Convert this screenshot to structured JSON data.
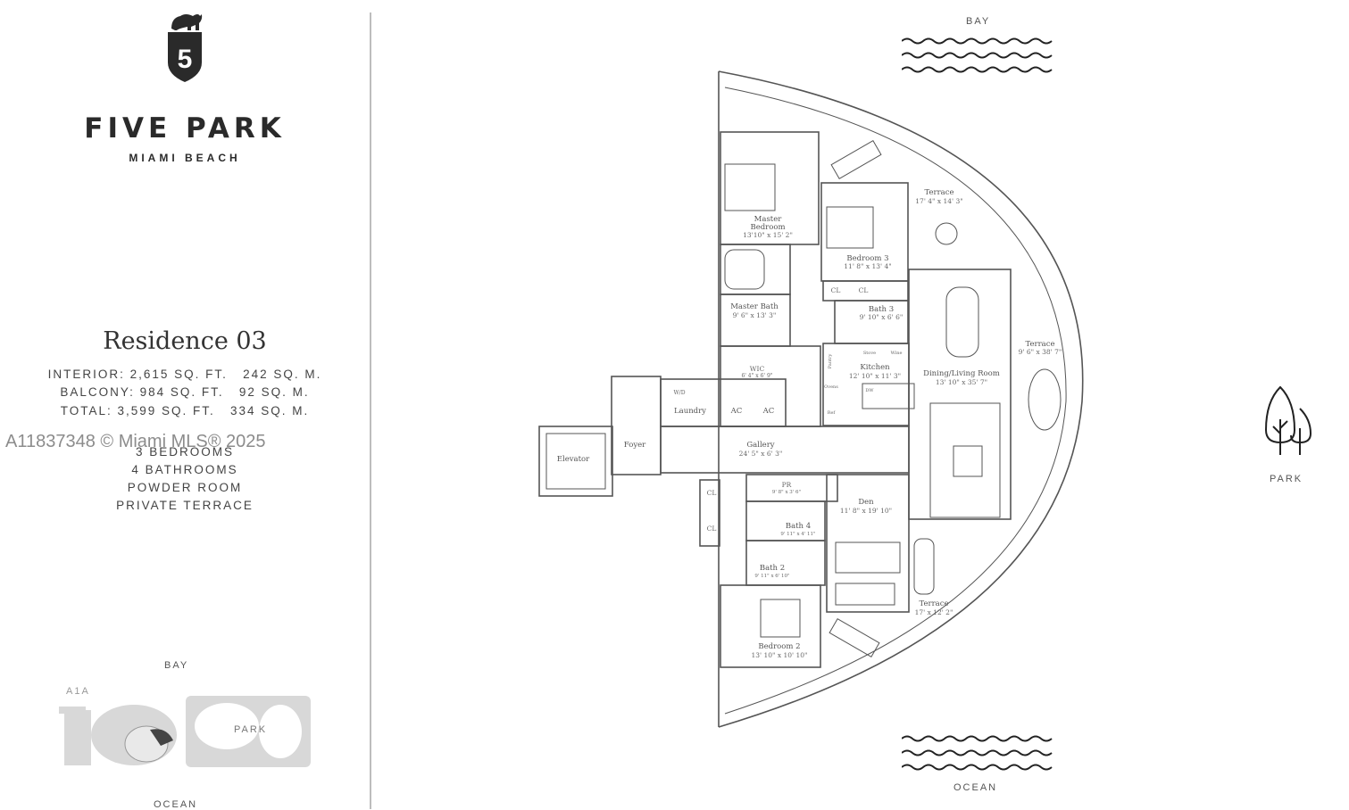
{
  "brand": {
    "name": "FIVE PARK",
    "location": "MIAMI BEACH",
    "logo_letter": "5"
  },
  "residence": {
    "title": "Residence 03",
    "specs": [
      "INTERIOR: 2,615 SQ. FT.   242 SQ. M.",
      "BALCONY: 984 SQ. FT.   92 SQ. M.",
      "TOTAL: 3,599 SQ. FT.   334 SQ. M."
    ],
    "features": [
      "3 BEDROOMS",
      "4 BATHROOMS",
      "POWDER ROOM",
      "PRIVATE TERRACE"
    ]
  },
  "watermark": "A11837348 © Miami MLS® 2025",
  "key_plan": {
    "bay": "BAY",
    "a1a": "A1A",
    "park": "PARK",
    "ocean": "OCEAN"
  },
  "orientation": {
    "bay": "BAY",
    "ocean": "OCEAN",
    "park": "PARK"
  },
  "rooms": {
    "master_bedroom": {
      "name1": "Master",
      "name2": "Bedroom",
      "dims": "13'10\" x 15' 2\""
    },
    "bedroom3": {
      "name": "Bedroom 3",
      "dims": "11' 8\" x 13' 4\""
    },
    "terrace_north": {
      "name": "Terrace",
      "dims": "17' 4\" x 14' 3\""
    },
    "master_bath": {
      "name": "Master Bath",
      "dims": "9' 6\" x 13' 3\""
    },
    "bath3": {
      "name": "Bath 3",
      "dims": "9' 10\" x 6' 6\""
    },
    "terrace_east": {
      "name": "Terrace",
      "dims": "9' 6\" x 38' 7\""
    },
    "wic": {
      "name": "WIC",
      "dims": "6' 4\" x 6' 9\""
    },
    "kitchen": {
      "name": "Kitchen",
      "dims": "12' 10\" x 11' 3\""
    },
    "dining_living": {
      "name": "Dining/Living Room",
      "dims": "13' 10\" x 35' 7\""
    },
    "laundry": {
      "name": "Laundry"
    },
    "wd": "W/D",
    "ac1": "AC",
    "ac2": "AC",
    "cl1": "CL",
    "cl2": "CL",
    "cl3": "CL",
    "cl4": "CL",
    "pantry": "Pantry",
    "ovens": "Ovens",
    "ref": "Ref",
    "dw": "DW",
    "stove": "Stove",
    "wine": "Wine",
    "foyer": {
      "name": "Foyer"
    },
    "elevator": {
      "name": "Elevator"
    },
    "gallery": {
      "name": "Gallery",
      "dims": "24' 5\" x 6' 3\""
    },
    "pr": {
      "name": "PR",
      "dims": "9' 8\" x 3' 6\""
    },
    "den": {
      "name": "Den",
      "dims": "11' 8\" x 19' 10\""
    },
    "bath4": {
      "name": "Bath 4",
      "dims": "9' 11\" x 4' 11\""
    },
    "bath2": {
      "name": "Bath 2",
      "dims": "9' 11\" x 6' 10\""
    },
    "terrace_south": {
      "name": "Terrace",
      "dims": "17' x 12' 2\""
    },
    "bedroom2": {
      "name": "Bedroom 2",
      "dims": "13' 10\" x 10' 10\""
    }
  }
}
